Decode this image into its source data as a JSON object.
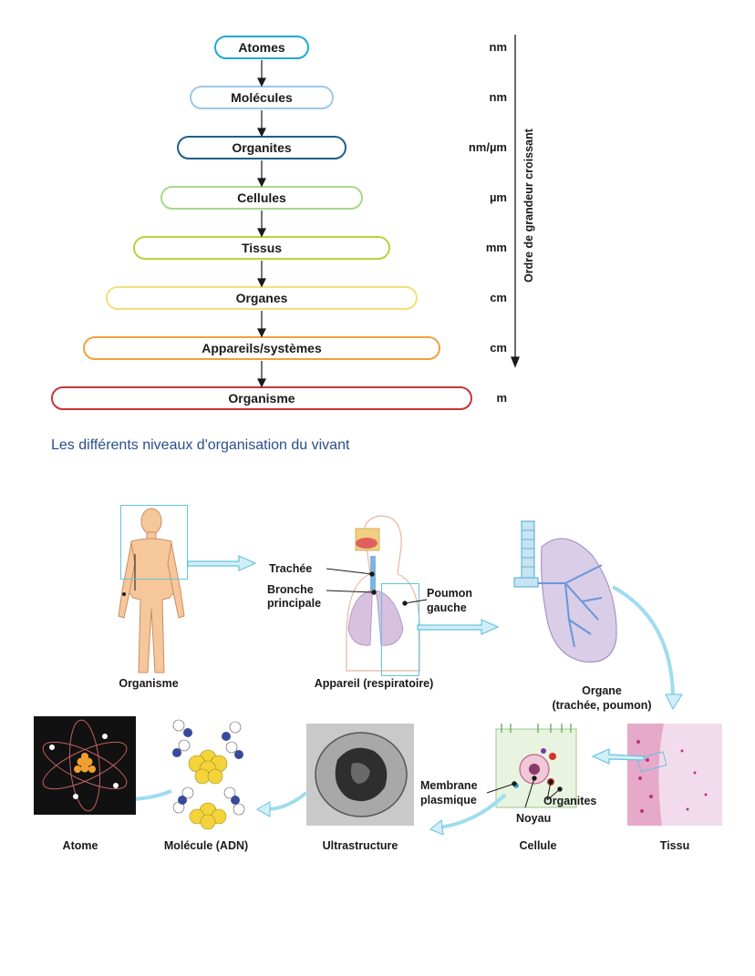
{
  "levels": [
    {
      "label": "Atomes",
      "unit": "nm",
      "color": "#1fa8d8"
    },
    {
      "label": "Molécules",
      "unit": "nm",
      "color": "#9cc9e8"
    },
    {
      "label": "Organites",
      "unit": "nm/µm",
      "color": "#1c5f8c"
    },
    {
      "label": "Cellules",
      "unit": "µm",
      "color": "#a8d88a"
    },
    {
      "label": "Tissus",
      "unit": "mm",
      "color": "#b6d43a"
    },
    {
      "label": "Organes",
      "unit": "cm",
      "color": "#f3e07a"
    },
    {
      "label": "Appareils/systèmes",
      "unit": "cm",
      "color": "#f0a040"
    },
    {
      "label": "Organisme",
      "unit": "m",
      "color": "#c8333a"
    }
  ],
  "axis_label": "Ordre de grandeur croissant",
  "caption": "Les différents niveaux d'organisation du vivant",
  "illustration": {
    "organisme": "Organisme",
    "appareil": "Appareil (respiratoire)",
    "trachee": "Trachée",
    "bronche_1": "Bronche",
    "bronche_2": "principale",
    "poumon_1": "Poumon",
    "poumon_2": "gauche",
    "organe_1": "Organe",
    "organe_2": "(trachée, poumon)",
    "tissu": "Tissu",
    "cellule": "Cellule",
    "membrane_1": "Membrane",
    "membrane_2": "plasmique",
    "noyau": "Noyau",
    "organites": "Organites",
    "ultrastructure": "Ultrastructure",
    "molecule": "Molécule (ADN)",
    "atome": "Atome"
  }
}
